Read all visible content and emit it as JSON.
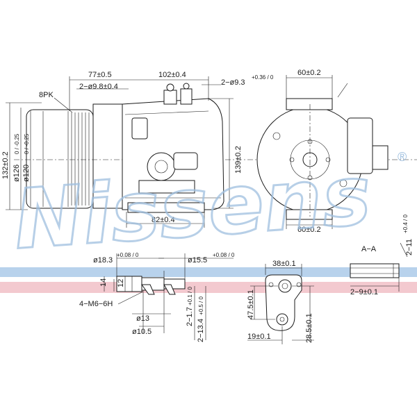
{
  "watermark": {
    "brand": "Nissens",
    "registered": "®",
    "color": "#9fc0e0"
  },
  "band_colors": {
    "blue": "#b8d2ec",
    "pink": "#f3c9cf"
  },
  "front_view": {
    "belt": "8PK",
    "dia_outer": "ø126",
    "dia_outer_tol": "0 / -0.25",
    "dia_inner": "ø120",
    "dia_inner_tol": "0 / -0.25",
    "height": "132±0.2"
  },
  "side_view": {
    "width_left": "77±0.5",
    "width_right": "102±0.4",
    "holes_left": "2−ø9.8±0.4",
    "holes_right": "2−ø9.3",
    "holes_right_tol": "+0.36 / 0",
    "height": "139±0.2",
    "bottom": "82±0.4"
  },
  "end_view": {
    "top": "60±0.2",
    "bottom": "60±0.2"
  },
  "fitting": {
    "dia_left": "ø18.3",
    "dia_left_tol": "+0.08 / 0",
    "dia_right": "ø15.5",
    "dia_right_tol": "+0.08 / 0",
    "thread": "4−M6−6H",
    "dia_13": "ø13",
    "dia_10_5": "ø10.5",
    "small_14": "14",
    "small_12": "12",
    "depth_1": "2−1.7",
    "depth_1_tol": "+0.1 / 0",
    "depth_2": "2−13.4",
    "depth_2_tol": "+0.5 / 0"
  },
  "flange": {
    "width": "38±0.1",
    "height": "47.5±0.1",
    "bottom": "19±0.1",
    "right": "28.5±0.1"
  },
  "section": {
    "label": "A−A",
    "top": "2−11",
    "top_tol": "+0.4 / 0",
    "bottom": "2−9±0.1"
  }
}
